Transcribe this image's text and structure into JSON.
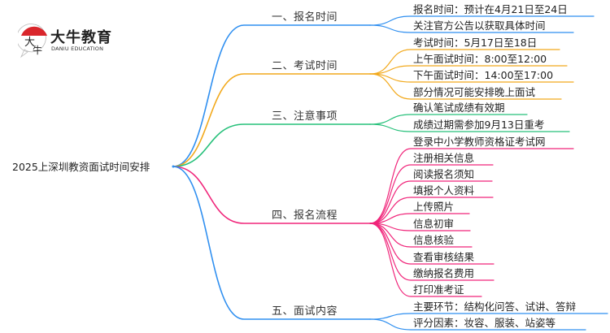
{
  "logo": {
    "name": "大牛教育",
    "subtitle": "DANIU EDUCATION",
    "mark_text": "大牛",
    "accent": "#d9262c"
  },
  "root": {
    "label": "2025上深圳教资面试时间安排"
  },
  "colors": {
    "blue": "#2f8ff0",
    "orange": "#f2a91c",
    "green": "#26c07a",
    "pink": "#f0257a"
  },
  "branches": [
    {
      "label": "一、报名时间",
      "color": "#2f8ff0",
      "leaves": [
        "报名时间：预计在4月21日至24日",
        "关注官方公告以获取具体时间"
      ]
    },
    {
      "label": "二、考试时间",
      "color": "#f2a91c",
      "leaves": [
        "考试时间：5月17日至18日",
        "上午面试时间：8:00至12:00",
        "下午面试时间：14:00至17:00",
        "部分情况可能安排晚上面试"
      ]
    },
    {
      "label": "三、注意事项",
      "color": "#26c07a",
      "leaves": [
        "确认笔试成绩有效期",
        "成绩过期需参加9月13日重考"
      ]
    },
    {
      "label": "四、报名流程",
      "color": "#f0257a",
      "leaves": [
        "登录中小学教师资格证考试网",
        "注册相关信息",
        "阅读报名须知",
        "填报个人资料",
        "上传照片",
        "信息初审",
        "信息核验",
        "查看审核结果",
        "缴纳报名费用",
        "打印准考证"
      ]
    },
    {
      "label": "五、面试内容",
      "color": "#2f8ff0",
      "leaves": [
        "主要环节：结构化问答、试讲、答辩",
        "评分因素：妆容、服装、站姿等"
      ]
    }
  ]
}
